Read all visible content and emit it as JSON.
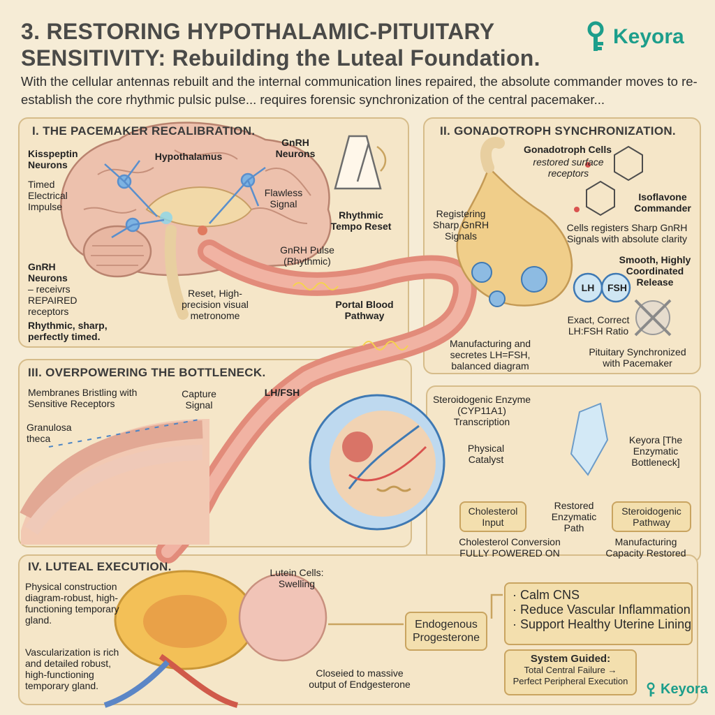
{
  "header": {
    "title": "3. RESTORING HYPOTHALAMIC-PITUITARY SENSITIVITY: Rebuilding the Luteal Foundation.",
    "intro": "With the cellular antennas rebuilt and the internal communication lines repaired, the absolute commander moves to re-establish the core rhythmic pulsic pulse... requires forensic synchronization of the central pacemaker...",
    "logo_text": "Keyora"
  },
  "panel1": {
    "heading": "I. THE PACEMAKER RECALIBRATION.",
    "kisspeptin": "Kisspeptin Neurons",
    "hypothalamus": "Hypothalamus",
    "gnrh_neurons_top": "GnRH Neurons",
    "timed_impulse": "Timed Electrical Impulse",
    "flawless": "Flawless Signal",
    "rhythmic_tempo": "Rhythmic Tempo Reset",
    "gnrh_pulse": "GnRH Pulse (Rhythmic)",
    "gnrh_neurons_left": "GnRH Neurons",
    "receptors": "– receivrs REPAIRED receptors",
    "rhythmic_sharp": "Rhythmic, sharp, perfectly timed.",
    "reset": "Reset, High-precision visual metronome",
    "portal": "Portal Blood Pathway"
  },
  "panel2": {
    "heading": "II. GONADOTROPH SYNCHRONIZATION.",
    "gonadotroph": "Gonadotroph Cells",
    "restored_receptors": "restored surface receptors",
    "isoflavone": "Isoflavone Commander",
    "registering": "Registering Sharp GnRH Signals",
    "cells_register": "Cells registers Sharp GnRH Signals with absolute clarity",
    "smooth": "Smooth, Highly Coordinated Release",
    "lh": "LH",
    "fsh": "FSH",
    "exact_ratio": "Exact, Correct LH:FSH Ratio",
    "manufacturing": "Manufacturing and secretes LH=FSH, balanced diagram",
    "pituitary_sync": "Pituitary Synchronized with Pacemaker"
  },
  "panel3": {
    "heading": "III. OVERPOWERING THE BOTTLENECK.",
    "membranes": "Membranes Bristling with Sensitive Receptors",
    "capture": "Capture Signal",
    "lhfsh": "LH/FSH",
    "granulosa": "Granulosa theca",
    "steroidogenic_enzyme": "Steroidogenic Enzyme (CYP11A1) Transcription",
    "physical_catalyst": "Physical Catalyst",
    "keyora_bottleneck": "Keyora [The Enzymatic Bottleneck]",
    "cholesterol_input": "Cholesterol Input",
    "restored_path": "Restored Enzymatic Path",
    "steroidogenic_pathway": "Steroidogenic Pathway",
    "cholesterol_conversion": "Cholesterol Conversion FULLY POWERED ON",
    "manufacturing_capacity": "Manufacturing Capacity Restored"
  },
  "panel4": {
    "heading": "IV. LUTEAL EXECUTION.",
    "physical_construction": "Physical construction diagram-robust, high-functioning temporary gland.",
    "lutein": "Lutein Cells: Swelling",
    "vascularization": "Vascularization is rich and detailed robust, high-functioning temporary gland.",
    "closeied": "Closeied to massive output of Endgesterone",
    "endogenous": "Endogenous Progesterone",
    "bullet1": "· Calm CNS",
    "bullet2": "· Reduce Vascular Inflammation",
    "bullet3": "· Support Healthy Uterine Lining",
    "system_guided": "System Guided:",
    "total_failure": "Total Central Failure →",
    "perfect_execution": "Perfect Peripheral Execution",
    "logo_text": "Keyora"
  },
  "colors": {
    "background": "#f6ecd6",
    "panel": "#f5e6c8",
    "panel_border": "#d6bc8a",
    "teal_brand": "#1d9e8b",
    "vessel": "#e28b7a",
    "neuron": "#6fa6d6"
  }
}
